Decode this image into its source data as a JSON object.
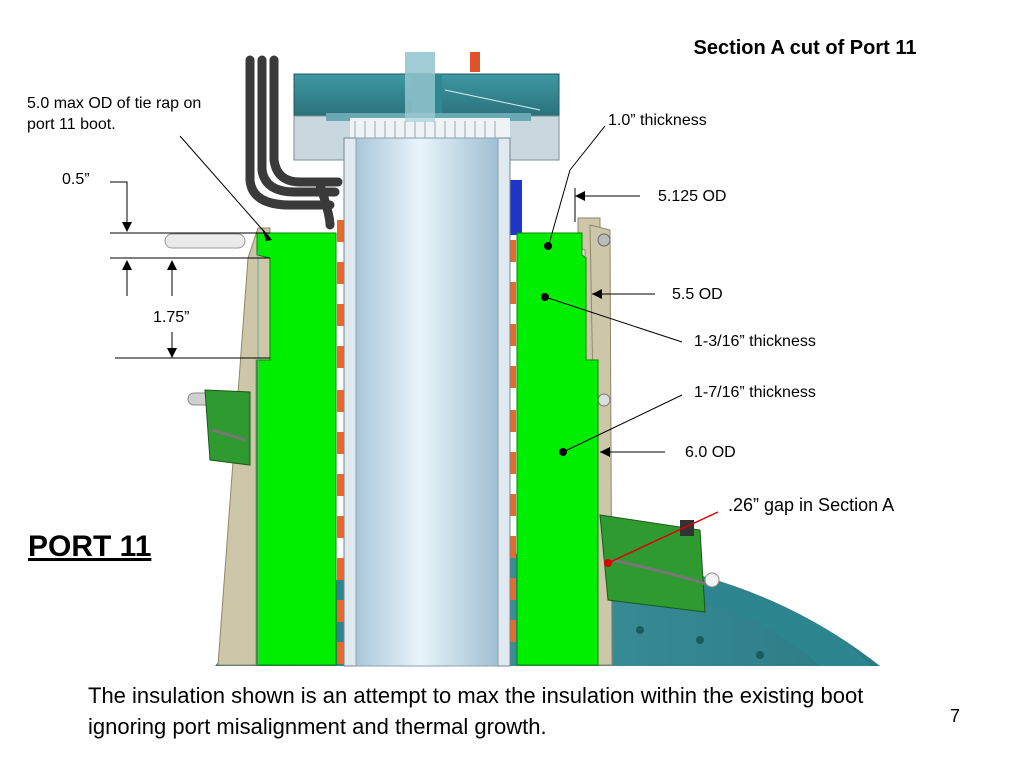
{
  "title": "Section A cut of Port 11",
  "labels": {
    "tie_rap": "5.0 max OD of tie rap on port 11 boot.",
    "dim_05": "0.5”",
    "dim_175": "1.75”",
    "thickness_1": "1.0” thickness",
    "od_5125": "5.125 OD",
    "od_55": "5.5 OD",
    "thickness_1316": "1-3/16” thickness",
    "thickness_1716": "1-7/16” thickness",
    "od_60": "6.0 OD",
    "gap": ".26” gap in Section A"
  },
  "port_label": "PORT 11",
  "caption": "The insulation shown is an attempt to max the insulation within the existing boot ignoring port misalignment and thermal growth.",
  "slide_number": "7",
  "colors": {
    "insulation": "#00ee00",
    "flange": "#2e7f88",
    "tube": "#cfe4f0",
    "boot": "#cdc6a8",
    "gap_marker": "#e00000",
    "heater_strip": "#e86a2a"
  }
}
